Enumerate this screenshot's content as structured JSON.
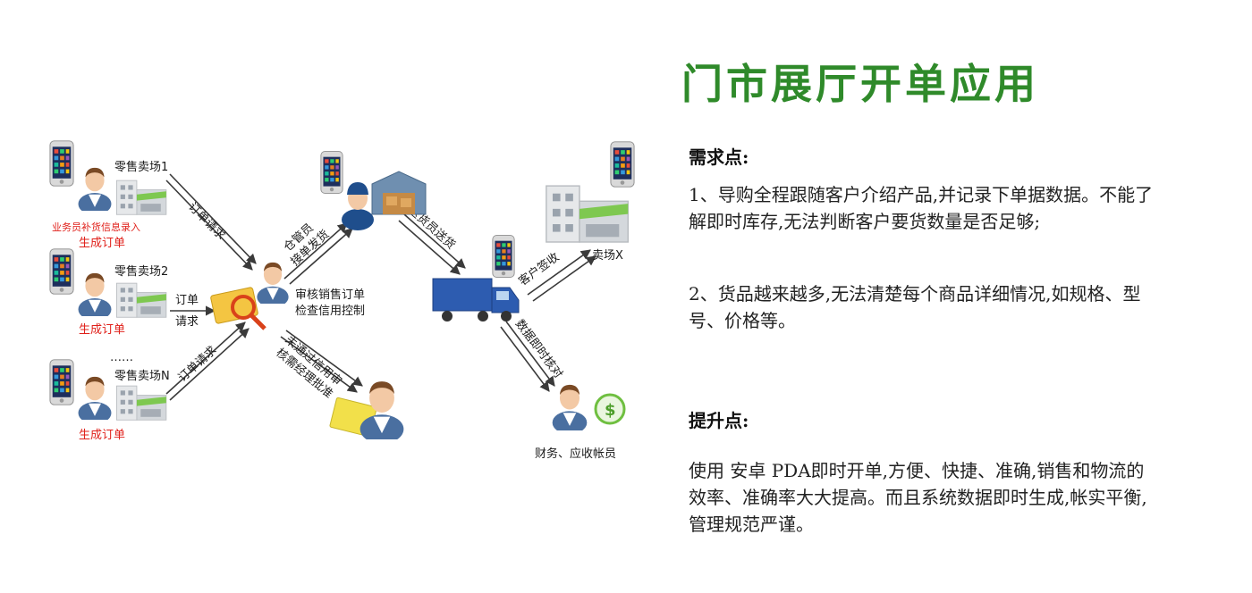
{
  "title": "门市展厅开单应用",
  "diagram": {
    "stores": [
      {
        "name": "零售卖场1",
        "note": "业务员补货信息录入",
        "order": "生成订单"
      },
      {
        "name": "零售卖场2",
        "order": "生成订单"
      },
      {
        "name": "零售卖场N",
        "order": "生成订单",
        "dots": "……"
      }
    ],
    "edges": {
      "order_request_1": "订单请求",
      "order_request_2a": "订单",
      "order_request_2b": "请求",
      "order_request_n": "订单请求",
      "warehouse_a": "仓管员",
      "warehouse_b": "接单发货",
      "review_a": "审核销售订单",
      "review_b": "检查信用控制",
      "fail_a": "未通过信用审",
      "fail_b": "核需经理批准",
      "deliver": "送货员送货",
      "customer_sign": "客户签收",
      "data_check": "数据即时核对"
    },
    "market": "卖场X",
    "finance": "财务、应收帐员"
  },
  "needs": {
    "heading": "需求点:",
    "items": [
      "1、导购全程跟随客户介绍产品,并记录下单据数据。不能了解即时库存,无法判断客户要货数量是否足够;",
      "2、货品越来越多,无法清楚每个商品详细情况,如规格、型号、价格等。"
    ]
  },
  "improve": {
    "heading": "提升点:",
    "text": "使用 安卓 PDA即时开单,方便、快捷、准确,销售和物流的效率、准确率大大提高。而且系统数据即时生成,帐实平衡,管理规范严谨。"
  }
}
